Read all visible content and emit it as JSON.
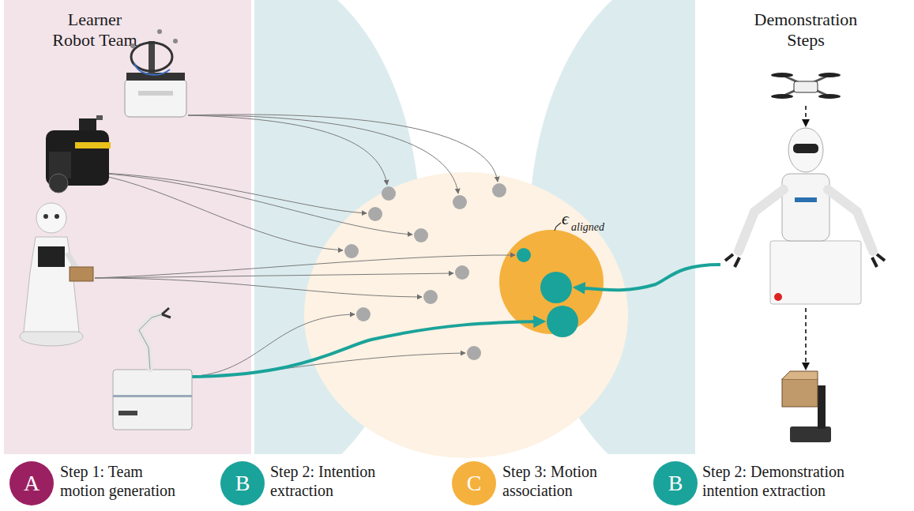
{
  "diagram": {
    "nodes": [
      {
        "text": [
          "Learner Robot Team"
        ]
      }
    ],
    "labels": [
      "Demonstration Steps",
      "ϵ",
      "aligned",
      "A",
      "B",
      "C",
      "B"
    ],
    "legend": [
      {
        "text": "Step 1: Team motion generation",
        "color": "#9b2062"
      },
      {
        "text": "Step 2: Intention extraction",
        "color": "#1aa39a"
      },
      {
        "text": "Step 3: Motion association",
        "color": "#f5b13e"
      },
      {
        "text": "Step 2: Demonstration intention extraction",
        "color": "#1aa39a"
      }
    ]
  }
}
